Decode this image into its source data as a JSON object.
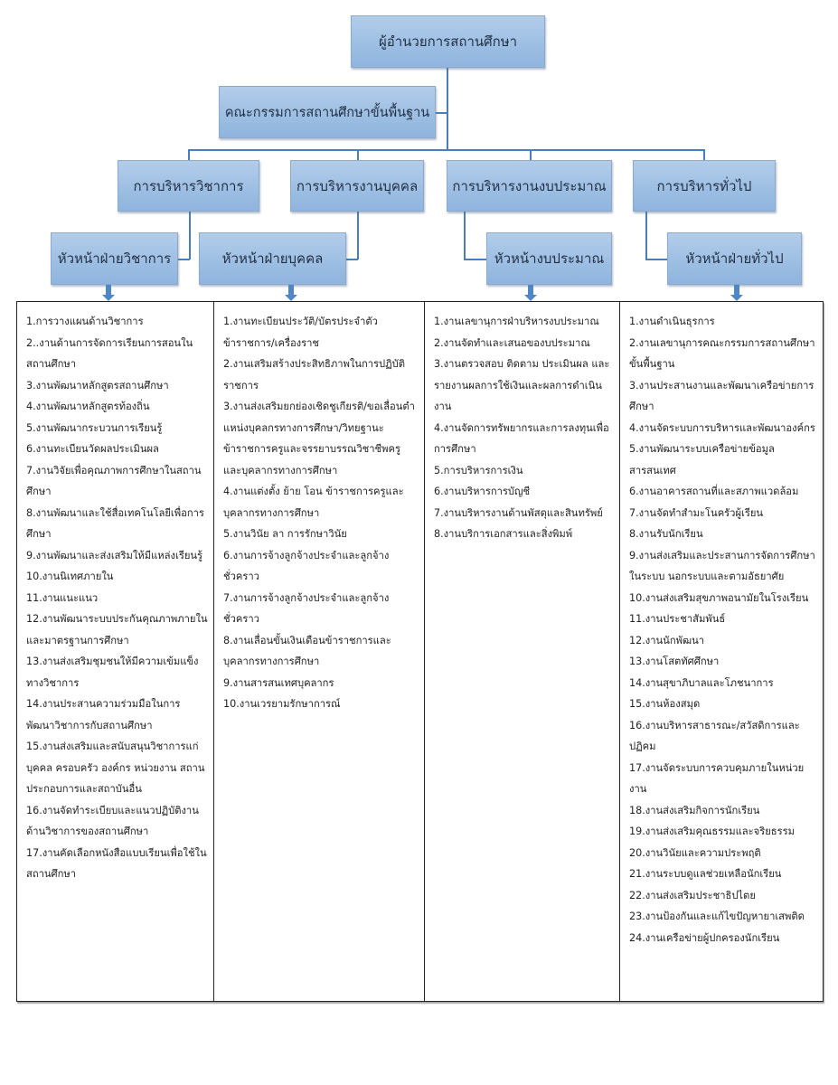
{
  "chart": {
    "director": "ผู้อำนวยการสถานศึกษา",
    "committee": "คณะกรรมการสถานศึกษาขั้นพื้นฐาน",
    "divisions": [
      {
        "name": "การบริหารวิชาการ",
        "head": "หัวหน้าฝ่ายวิชาการ",
        "tasks": [
          "1.การวางแผนด้านวิชาการ",
          "2..งานด้านการจัดการเรียนการสอนในสถานศึกษา",
          "3.งานพัฒนาหลักสูตรสถานศึกษา",
          "4.งานพัฒนาหลักสูตรท้องถิ่น",
          "5.งานพัฒนากระบวนการเรียนรู้",
          "6.งานทะเบียนวัดผลประเมินผล",
          "7.งานวิจัยเพื่อคุณภาพการศึกษาในสถานศึกษา",
          "8.งานพัฒนาและใช้สื่อเทคโนโลยีเพื่อการศึกษา",
          "9.งานพัฒนาและส่งเสริมให้มีแหล่งเรียนรู้",
          "10.งานนิเทศภายใน",
          "11.งานแนะแนว",
          "12.งานพัฒนาระบบประกันคุณภาพภายในและมาตรฐานการศึกษา",
          "13.งานส่งเสริมชุมชนให้มีความเข้มแข็งทางวิชาการ",
          "14.งานประสานความร่วมมือในการพัฒนาวิชาการกับสถานศึกษา",
          "15.งานส่งเสริมและสนับสนุนวิชาการแก่บุคคล ครอบครัว องค์กร หน่วยงาน สถานประกอบการและสถาบันอื่น",
          "16.งานจัดทำระเบียบและแนวปฏิบัติงานด้านวิชาการของสถานศึกษา",
          "17.งานคัดเลือกหนังสือแบบเรียนเพื่อใช้ในสถานศึกษา"
        ]
      },
      {
        "name": "การบริหารงานบุคคล",
        "head": "หัวหน้าฝ่ายบุคคล",
        "tasks": [
          "1.งานทะเบียนประวัติ/บัตรประจำตัวข้าราชการ/เครื่องราช",
          "2.งานเสริมสร้างประสิทธิภาพในการปฏิบัติราชการ",
          "3.งานส่งเสริมยกย่องเชิดชูเกียรติ/ขอเลื่อนตำแหน่งบุคลกรทางการศึกษา/วิทยฐานะข้าราชการครูและจรรยาบรรณวิชาชีพครูและบุคลากรทางการศึกษา",
          "4.งานแต่งตั้ง ย้าย โอน ข้าราชการครูและบุคลากรทางการศึกษา",
          "5.งานวินัย ลา การรักษาวินัย",
          "6.งานการจ้างลูกจ้างประจำและลูกจ้างชั่วคราว",
          "7.งานการจ้างลูกจ้างประจำและลูกจ้างชั่วคราว",
          "8.งานเลื่อนขั้นเงินเดือนข้าราชการและบุคลากรทางการศึกษา",
          "9.งานสารสนเทศบุคลากร",
          "10.งานเวรยามรักษาการณ์"
        ]
      },
      {
        "name": "การบริหารงานงบประมาณ",
        "head": "หัวหน้างบประมาณ",
        "tasks": [
          "1.งานเลขานุการฝ่าบริหารงบประมาณ",
          "2.งานจัดทำและเสนอของบประมาณ",
          "3.งานตรวจสอบ ติดตาม ประเมินผล และรายงานผลการใช้เงินและผลการดำเนินงาน",
          "4.งานจัดการทรัพยากรและการลงทุนเพื่อการศึกษา",
          "5.การบริหารการเงิน",
          "6.งานบริหารการบัญชี",
          "7.งานบริหารงานด้านพัสดุและสินทรัพย์",
          "8.งานบริการเอกสารและสิ่งพิมพ์"
        ]
      },
      {
        "name": "การบริหารทั่วไป",
        "head": "หัวหน้าฝ่ายทั่วไป",
        "tasks": [
          "1.งานดำเนินธุรการ",
          "2.งานเลขานุการคณะกรรมการสถานศึกษาขั้นพื้นฐาน",
          "3.งานประสานงานและพัฒนาเครือข่ายการศึกษา",
          "4.งานจัดระบบการบริหารและพัฒนาองค์กร",
          "5.งานพัฒนาระบบเครือข่ายข้อมูลสารสนเทศ",
          "6.งานอาคารสถานที่และสภาพแวดล้อม",
          "7.งานจัดทำสำมะโนครัวผู้เรียน",
          "8.งานรับนักเรียน",
          "9.งานส่งเสริมและประสานการจัดการศึกษาในระบบ นอกระบบและตามอัธยาศัย",
          "10.งานส่งเสริมสุขภาพอนามัยในโรงเรียน",
          "11.งานประชาสัมพันธ์",
          "12.งานนักพัฒนา",
          "13.งานโสตทัศศึกษา",
          "14.งานสุขาภิบาลและโภชนาการ",
          "15.งานห้องสมุด",
          "16.งานบริหารสาธารณะ/สวัสดิการและปฏิคม",
          "17.งานจัดระบบการควบคุมภายในหน่วยงาน",
          "18.งานส่งเสริมกิจการนักเรียน",
          "19.งานส่งเสริมคุณธรรมและจริยธรรม",
          "20.งานวินัยและความประพฤติ",
          "21.งานระบบดูแลช่วยเหลือนักเรียน",
          "22.งานส่งเสริมประชาธิปไตย",
          "23.งานป้องกันและแก้ไขปัญหายาเสพติด",
          "24.งานเครือข่ายผู้ปกครองนักเรียน"
        ]
      }
    ]
  },
  "colors": {
    "box_fill": "#9ebfe3",
    "connector": "#4a7ebb",
    "table_border": "#222222"
  }
}
